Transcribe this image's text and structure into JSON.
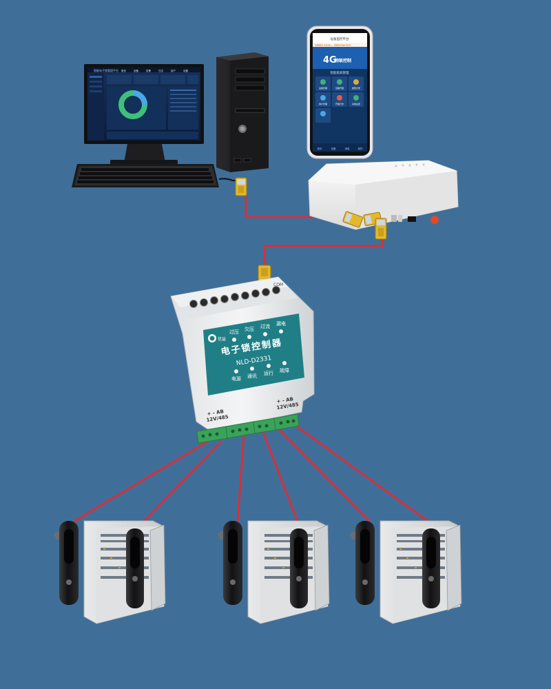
{
  "colors": {
    "background": "#3f6f99",
    "wire": "#d6303a",
    "panel_teal": "#207f86",
    "terminal_green": "#3aa35a",
    "rj45_yellow": "#e3b82b",
    "led_white": "#f4f4f4"
  },
  "controller": {
    "title": "电子锁控制器",
    "model": "NLD-D2331",
    "brand_badge": "优益",
    "com_label": "COM",
    "leds_top": [
      "过压",
      "欠压",
      "过流",
      "漏电"
    ],
    "leds_bottom": [
      "电源",
      "通讯",
      "运行",
      "故障"
    ],
    "port_left_polarity": "+  -  AB",
    "port_left_label": "12V/485",
    "port_right_polarity": "+  -  AB",
    "port_right_label": "12V/485"
  },
  "phone": {
    "banner": "4G",
    "banner_sub": "物联控制",
    "header": "设备监控平台",
    "notice": "智能锁具 点击进入，查看实时运行状态",
    "section": "智能锁具管理",
    "apps": [
      "设备管理",
      "远程开锁",
      "报警记录",
      "用户管理",
      "开锁日志",
      "系统设置"
    ],
    "tabs": [
      "首页",
      "设备",
      "消息",
      "我的"
    ]
  },
  "monitor": {
    "screen_title": "智能电子锁管理平台",
    "menu": [
      "首页",
      "设备",
      "告警",
      "日志",
      "用户",
      "设置"
    ]
  },
  "icons": [
    "desktop-monitor-icon",
    "keyboard-icon",
    "pc-tower-icon",
    "smartphone-icon",
    "router-icon",
    "rj45-connector-icon",
    "cabinet-lock-icon"
  ]
}
